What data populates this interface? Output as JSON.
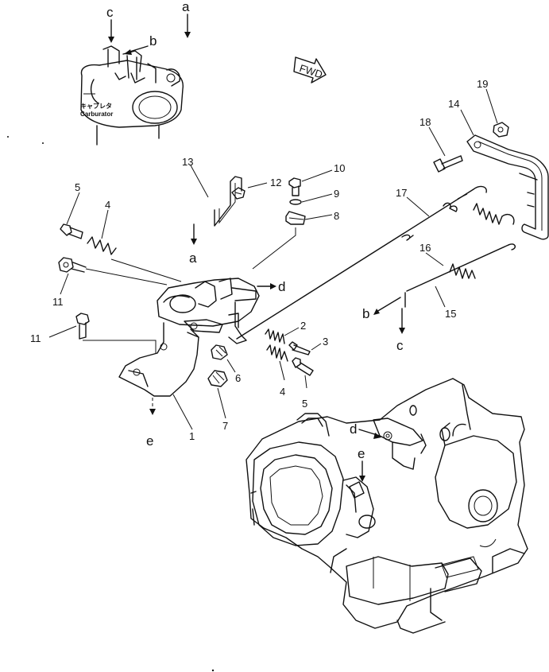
{
  "carburetor": {
    "label_jp": "キャブレタ",
    "label_en": "Carburator"
  },
  "fwd_label": "FWD",
  "part_numbers": [
    "1",
    "2",
    "3",
    "4",
    "5",
    "6",
    "7",
    "8",
    "9",
    "10",
    "11",
    "12",
    "13",
    "14",
    "15",
    "16",
    "17",
    "18",
    "19"
  ],
  "connection_letters": [
    "a",
    "b",
    "c",
    "d",
    "e"
  ]
}
